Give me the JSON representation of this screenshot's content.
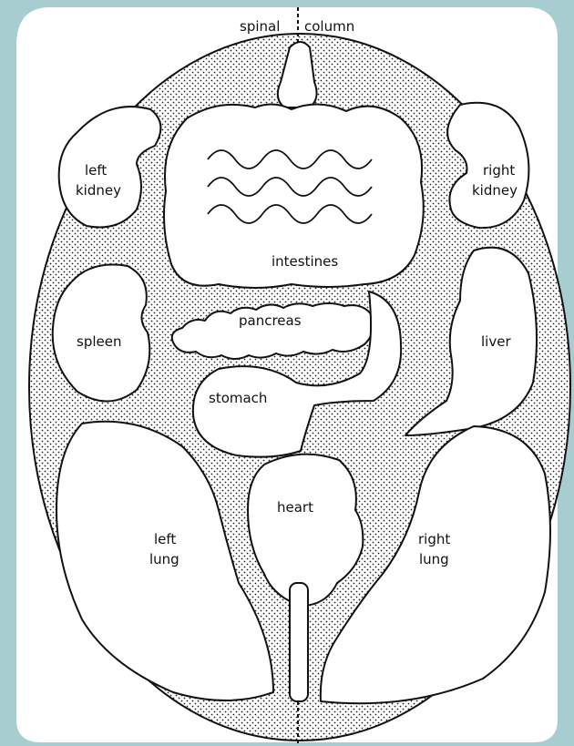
{
  "diagram": {
    "spine_label_left": "spinal",
    "spine_label_right": "column",
    "organs": {
      "left_kidney": [
        "left",
        "kidney"
      ],
      "right_kidney": [
        "right",
        "kidney"
      ],
      "intestines": "intestines",
      "spleen": "spleen",
      "pancreas": "pancreas",
      "liver": "liver",
      "stomach": "stomach",
      "heart": "heart",
      "left_lung": [
        "left",
        "lung"
      ],
      "right_lung": [
        "right",
        "lung"
      ]
    },
    "colors": {
      "background": "#a7cdd0",
      "card": "#ffffff",
      "stipple": "#222222",
      "outline": "#111111"
    }
  }
}
